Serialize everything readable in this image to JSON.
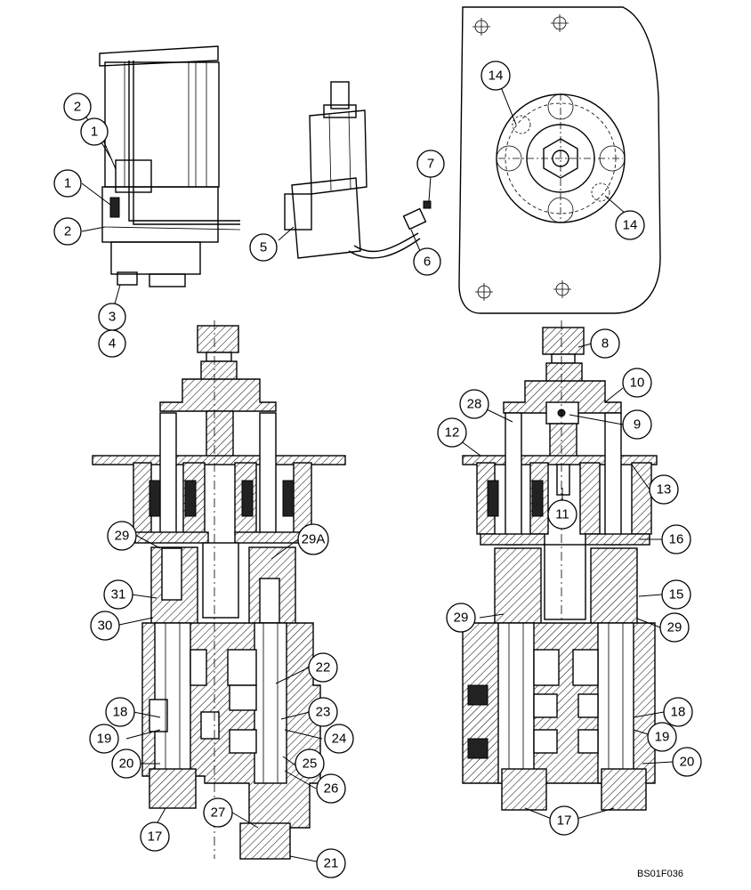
{
  "figure_code": "BS01F036",
  "callouts": {
    "c1a": "1",
    "c1b": "1",
    "c2a": "2",
    "c2b": "2",
    "c3": "3",
    "c4": "4",
    "c5": "5",
    "c6": "6",
    "c7": "7",
    "c14a": "14",
    "c14b": "14",
    "c8": "8",
    "c9": "9",
    "c10": "10",
    "c11": "11",
    "c12": "12",
    "c13": "13",
    "c15": "15",
    "c16": "16",
    "c17a": "17",
    "c17b": "17",
    "c18a": "18",
    "c18b": "18",
    "c19a": "19",
    "c19b": "19",
    "c20a": "20",
    "c20b": "20",
    "c21": "21",
    "c22": "22",
    "c23": "23",
    "c24": "24",
    "c25": "25",
    "c26": "26",
    "c27": "27",
    "c28": "28",
    "c29a": "29",
    "c29b": "29",
    "c29c": "29",
    "c29A": "29A",
    "c30": "30",
    "c31": "31"
  }
}
